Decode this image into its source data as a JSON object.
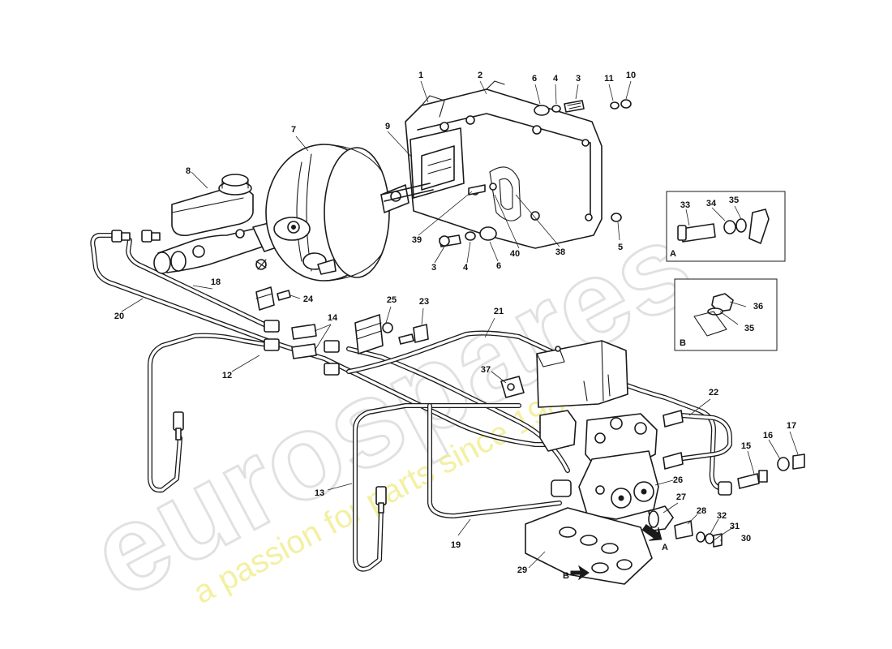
{
  "watermark": {
    "brand": "eurospares",
    "tagline": "a passion for parts since 1985",
    "tagline_color": "#f1ee92"
  },
  "callouts": {
    "c1": "1",
    "c2": "2",
    "c3a": "3",
    "c3b": "3",
    "c4a": "4",
    "c4b": "4",
    "c5": "5",
    "c6a": "6",
    "c6b": "6",
    "c7": "7",
    "c8": "8",
    "c9": "9",
    "c10": "10",
    "c11": "11",
    "c12": "12",
    "c13": "13",
    "c14": "14",
    "c15": "15",
    "c16": "16",
    "c17": "17",
    "c18": "18",
    "c19": "19",
    "c20": "20",
    "c21": "21",
    "c22": "22",
    "c23": "23",
    "c24": "24",
    "c25": "25",
    "c26": "26",
    "c27": "27",
    "c28": "28",
    "c29": "29",
    "c30": "30",
    "c31": "31",
    "c32": "32",
    "c33": "33",
    "c34": "34",
    "c35a": "35",
    "c35b": "35",
    "c36": "36",
    "c37": "37",
    "c38": "38",
    "c39": "39",
    "c40": "40"
  },
  "detail_boxes": {
    "a_label": "A",
    "b_label": "B"
  },
  "arrows": {
    "a": "A",
    "b": "B"
  }
}
